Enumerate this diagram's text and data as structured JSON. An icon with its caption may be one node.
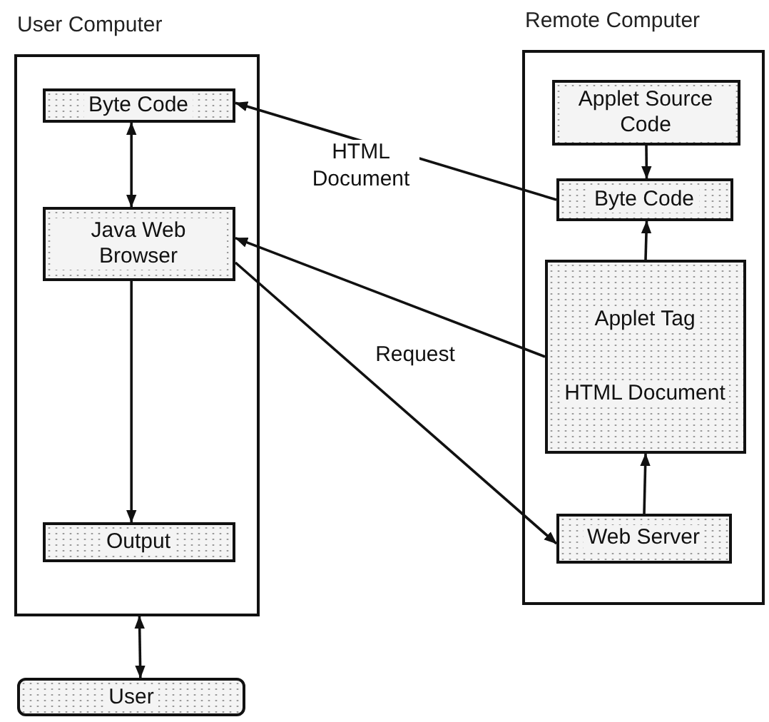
{
  "diagram": {
    "nodes": [
      {
        "text": [
          "User Computer"
        ]
      },
      {
        "text": [
          "Byte Code"
        ],
        "in": 0
      },
      {
        "text": [
          "Java Web Browser"
        ],
        "in": 0
      },
      {
        "text": [
          "Output"
        ],
        "in": 0
      },
      {
        "text": [
          "User"
        ]
      },
      {
        "text": [
          "Remote Computer"
        ]
      },
      {
        "text": [
          "Applet Source Code"
        ],
        "in": 5
      },
      {
        "text": [
          "Byte Code"
        ],
        "in": 5
      },
      {
        "text": [
          "Applet Tag",
          "HTML Document"
        ],
        "in": 5
      },
      {
        "text": [
          "Web Server"
        ],
        "in": 5
      }
    ],
    "edges": [
      {
        "from": 1,
        "to": 2,
        "arrow": "both"
      },
      {
        "from": 2,
        "to": 3,
        "arrow": "to"
      },
      {
        "from": 0,
        "to": 4,
        "arrow": "both"
      },
      {
        "from": 6,
        "to": 7,
        "arrow": "to"
      },
      {
        "from": 8,
        "to": 7,
        "arrow": "to"
      },
      {
        "from": 9,
        "to": 8,
        "arrow": "to"
      },
      {
        "from": 7,
        "to": 1,
        "arrow": "to",
        "label": "HTML Document"
      },
      {
        "from": 8,
        "to": 2,
        "arrow": "to"
      },
      {
        "from": 2,
        "to": 9,
        "arrow": "to",
        "label": "Request"
      }
    ]
  }
}
